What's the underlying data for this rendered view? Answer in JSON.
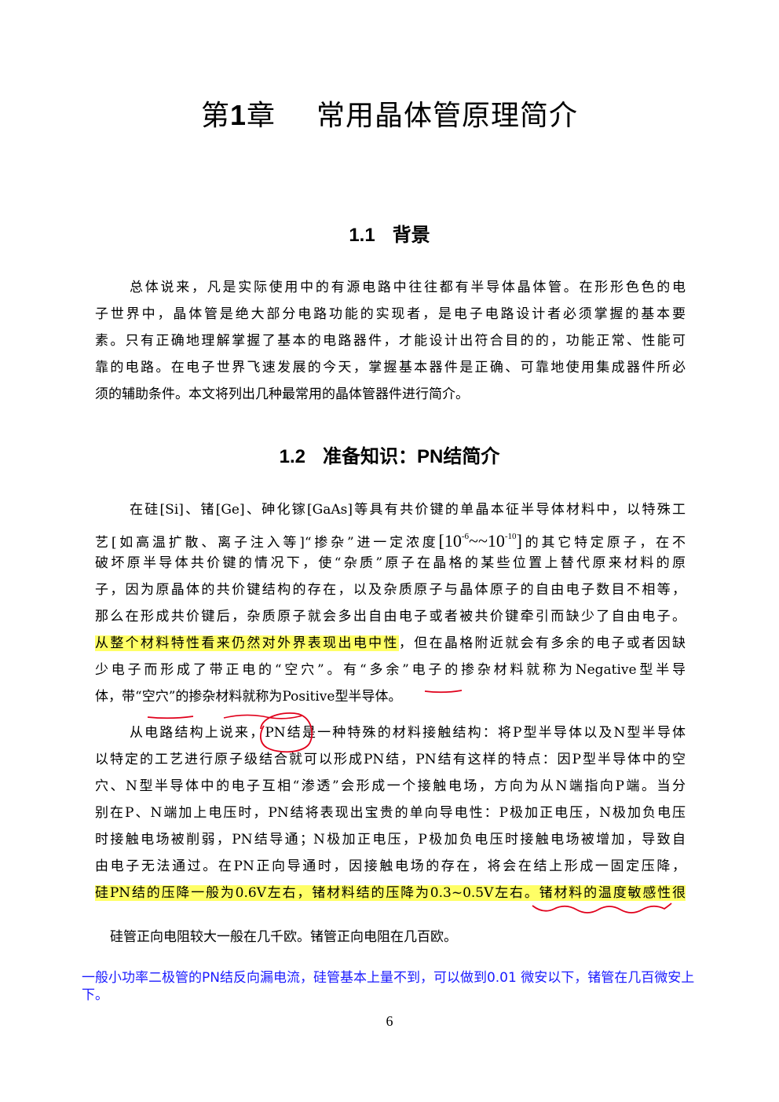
{
  "chapter": {
    "number": "1",
    "prefix": "第",
    "suffix": "章",
    "title": "常用晶体管原理简介"
  },
  "sections": [
    {
      "number": "1.1",
      "title": "背景"
    },
    {
      "number": "1.2",
      "title": "准备知识：PN结简介"
    }
  ],
  "background_paragraph": [
    "总体说来，凡是实际使用中的有源电路中往往都有半导体晶体管。在形形色色的电",
    "子世界中，晶体管是绝大部分电路功能的实现者，是电子电路设计者必须掌握的基本要",
    "素。只有正确地理解掌握了基本的电路器件，才能设计出符合目的的，功能正常、性能可",
    "靠的电路。在电子世界飞速发展的今天，掌握基本器件是正确、可靠地使用集成器件所必",
    "须的辅助条件。本文将列出几种最常用的晶体管器件进行简介。"
  ],
  "pn_paragraph1": {
    "line1": "在硅[Si]、锗[Ge]、砷化镓[GaAs]等具有共价键的单晶本征半导体材料中，以特殊工",
    "line2_a": "艺[如高温扩散、离子注入等]“掺杂”进一定浓度",
    "line2_formula_open": "[10",
    "line2_exp1": "-6",
    "line2_formula_mid": "~~10",
    "line2_exp2": "-10",
    "line2_formula_close": "]",
    "line2_b": "的其它特定原子，在不",
    "line3": "破坏原半导体共价键的情况下，使“杂质”原子在晶格的某些位置上替代原来材料的原",
    "line4": "子，因为原晶体的共价键结构的存在，以及杂质原子与晶体原子的自由电子数目不相等，",
    "line5": "那么在形成共价键后，杂质原子就会多出自由电子或者被共价键牵引而缺少了自由电子。",
    "line6_highlight": "从整个材料特性看来仍然对外界表现出电中性",
    "line6_rest": "，但在晶格附近就会有多余的电子或者因缺",
    "line7": "少电子而形成了带正电的“空穴”。有“多余”电子的掺杂材料就称为Negative型半导",
    "line8": "体，带“空穴”的掺杂材料就称为Positive型半导体。"
  },
  "pn_paragraph2": {
    "line1": "从电路结构上说来，PN结是一种特殊的材料接触结构：将P型半导体以及N型半导体",
    "line2": "以特定的工艺进行原子级结合就可以形成PN结，PN结有这样的特点：因P型半导体中的空",
    "line3": "穴、N型半导体中的电子互相“渗透”会形成一个接触电场，方向为从N端指向P端。当分",
    "line4": "别在P、N端加上电压时，PN结将表现出宝贵的单向导电性：P极加正电压，N极加负电压",
    "line5": "时接触电场被削弱，PN结导通；N极加正电压，P极加负电压时接触电场被增加，导致自",
    "line6": "由电子无法通过。在PN正向导通时，因接触电场的存在，将会在结上形成一固定压降，",
    "line7_highlight": "硅PN结的压降一般为0.6V左右，锗材料结的压降为0.3~0.5V左右。锗材料的温度敏感性很"
  },
  "handwritten_note": "硅管正向电阻较大一般在几千欧。锗管正向电阻在几百欧。",
  "blue_note": "一般小功率二极管的PN结反向漏电流，硅管基本上量不到，可以做到0.01 微安以下，锗管在几百微安上下。",
  "page_number": "6",
  "colors": {
    "highlight": "#ffff66",
    "ink": "#e0001b",
    "note_blue": "#1a1aff"
  }
}
